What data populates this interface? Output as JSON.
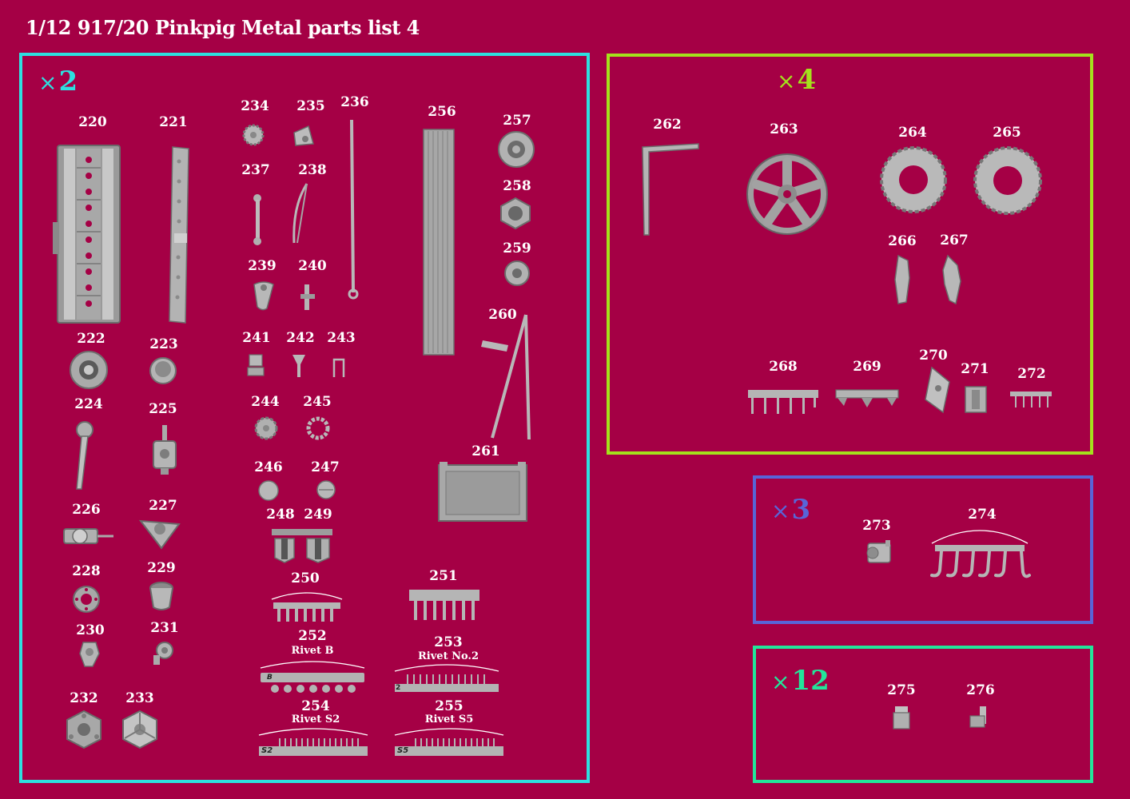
{
  "title": "1/12 917/20 Pinkpig Metal parts list 4",
  "colors": {
    "background": "#a50045",
    "group_x2": "#2ee0e0",
    "group_x4": "#a4e21c",
    "group_x3": "#5865d8",
    "group_x12": "#22e69a",
    "metal": "#b9b9b9"
  },
  "groups": [
    {
      "quantity": "2",
      "multiplier_symbol": "×"
    },
    {
      "quantity": "4",
      "multiplier_symbol": "×"
    },
    {
      "quantity": "3",
      "multiplier_symbol": "×"
    },
    {
      "quantity": "12",
      "multiplier_symbol": "×"
    }
  ],
  "parts": {
    "p220": "220",
    "p221": "221",
    "p222": "222",
    "p223": "223",
    "p224": "224",
    "p225": "225",
    "p226": "226",
    "p227": "227",
    "p228": "228",
    "p229": "229",
    "p230": "230",
    "p231": "231",
    "p232": "232",
    "p233": "233",
    "p234": "234",
    "p235": "235",
    "p236": "236",
    "p237": "237",
    "p238": "238",
    "p239": "239",
    "p240": "240",
    "p241": "241",
    "p242": "242",
    "p243": "243",
    "p244": "244",
    "p245": "245",
    "p246": "246",
    "p247": "247",
    "p248": "248",
    "p249": "249",
    "p250": "250",
    "p251": "251",
    "p252": "252",
    "p253": "253",
    "p254": "254",
    "p255": "255",
    "p256": "256",
    "p257": "257",
    "p258": "258",
    "p259": "259",
    "p260": "260",
    "p261": "261",
    "p262": "262",
    "p263": "263",
    "p264": "264",
    "p265": "265",
    "p266": "266",
    "p267": "267",
    "p268": "268",
    "p269": "269",
    "p270": "270",
    "p271": "271",
    "p272": "272",
    "p273": "273",
    "p274": "274",
    "p275": "275",
    "p276": "276"
  },
  "subtitles": {
    "p252": "Rivet B",
    "p253": "Rivet No.2",
    "p254": "Rivet S2",
    "p255": "Rivet S5"
  },
  "stamps": {
    "p252": "B",
    "p253": "2",
    "p254": "S2",
    "p255": "S5"
  }
}
